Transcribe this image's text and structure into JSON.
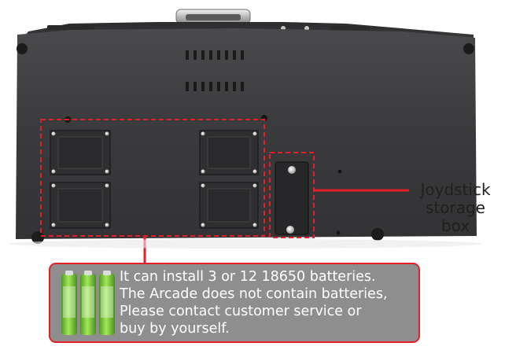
{
  "callout": {
    "lines": [
      "Joydstick",
      "storage",
      "box"
    ]
  },
  "info": {
    "lines": [
      "It can install 3 or 12  18650 batteries.",
      "The Arcade does not contain batteries,",
      "Please contact customer service or",
      "buy by yourself."
    ]
  },
  "colors": {
    "accent": "#e3202a",
    "panel": "#3a3a3c",
    "info_box": "#8e8e8e",
    "battery": "#7ccf3a"
  },
  "icons": [
    "handle-icon",
    "screw-icon",
    "vent-slot-icon",
    "battery-icon"
  ]
}
